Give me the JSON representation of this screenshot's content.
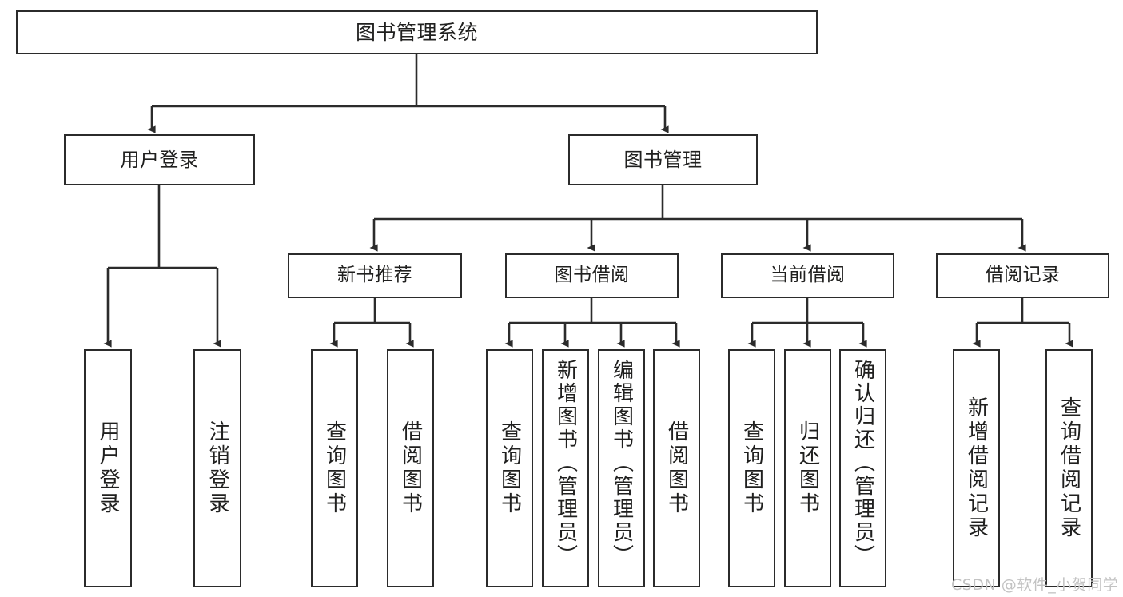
{
  "diagram": {
    "type": "tree-hierarchy",
    "title": "图书管理系统",
    "root": {
      "id": "root",
      "label": "图书管理系统"
    },
    "level2": [
      {
        "id": "user-login",
        "label": "用户登录"
      },
      {
        "id": "book-manage",
        "label": "图书管理"
      }
    ],
    "level3": [
      {
        "id": "new-book-rec",
        "label": "新书推荐",
        "parent": "book-manage"
      },
      {
        "id": "book-borrow",
        "label": "图书借阅",
        "parent": "book-manage"
      },
      {
        "id": "current-borrow",
        "label": "当前借阅",
        "parent": "book-manage"
      },
      {
        "id": "borrow-record",
        "label": "借阅记录",
        "parent": "book-manage"
      }
    ],
    "leaves": {
      "user_login": [
        {
          "id": "leaf-user-login",
          "label": "用户登录"
        },
        {
          "id": "leaf-logout",
          "label": "注销登录"
        }
      ],
      "new_book_rec": [
        {
          "id": "leaf-query-book-1",
          "label": "查询图书"
        },
        {
          "id": "leaf-borrow-book-1",
          "label": "借阅图书"
        }
      ],
      "book_borrow": [
        {
          "id": "leaf-query-book-2",
          "label": "查询图书"
        },
        {
          "id": "leaf-add-book",
          "label": "新增图书（管理员）"
        },
        {
          "id": "leaf-edit-book",
          "label": "编辑图书（管理员）"
        },
        {
          "id": "leaf-borrow-book-2",
          "label": "借阅图书"
        }
      ],
      "current_borrow": [
        {
          "id": "leaf-query-book-3",
          "label": "查询图书"
        },
        {
          "id": "leaf-return-book",
          "label": "归还图书"
        },
        {
          "id": "leaf-confirm-return",
          "label": "确认归还（管理员）"
        }
      ],
      "borrow_record": [
        {
          "id": "leaf-add-record",
          "label": "新增借阅记录"
        },
        {
          "id": "leaf-query-record",
          "label": "查询借阅记录"
        }
      ]
    }
  },
  "watermark": {
    "text": "CSDN @软件_小贺同学"
  },
  "colors": {
    "stroke": "#2b2b2b",
    "box_fill": "#ffffff",
    "text": "#20201f",
    "watermark": "#c3c3c3",
    "background": "#ffffff"
  }
}
